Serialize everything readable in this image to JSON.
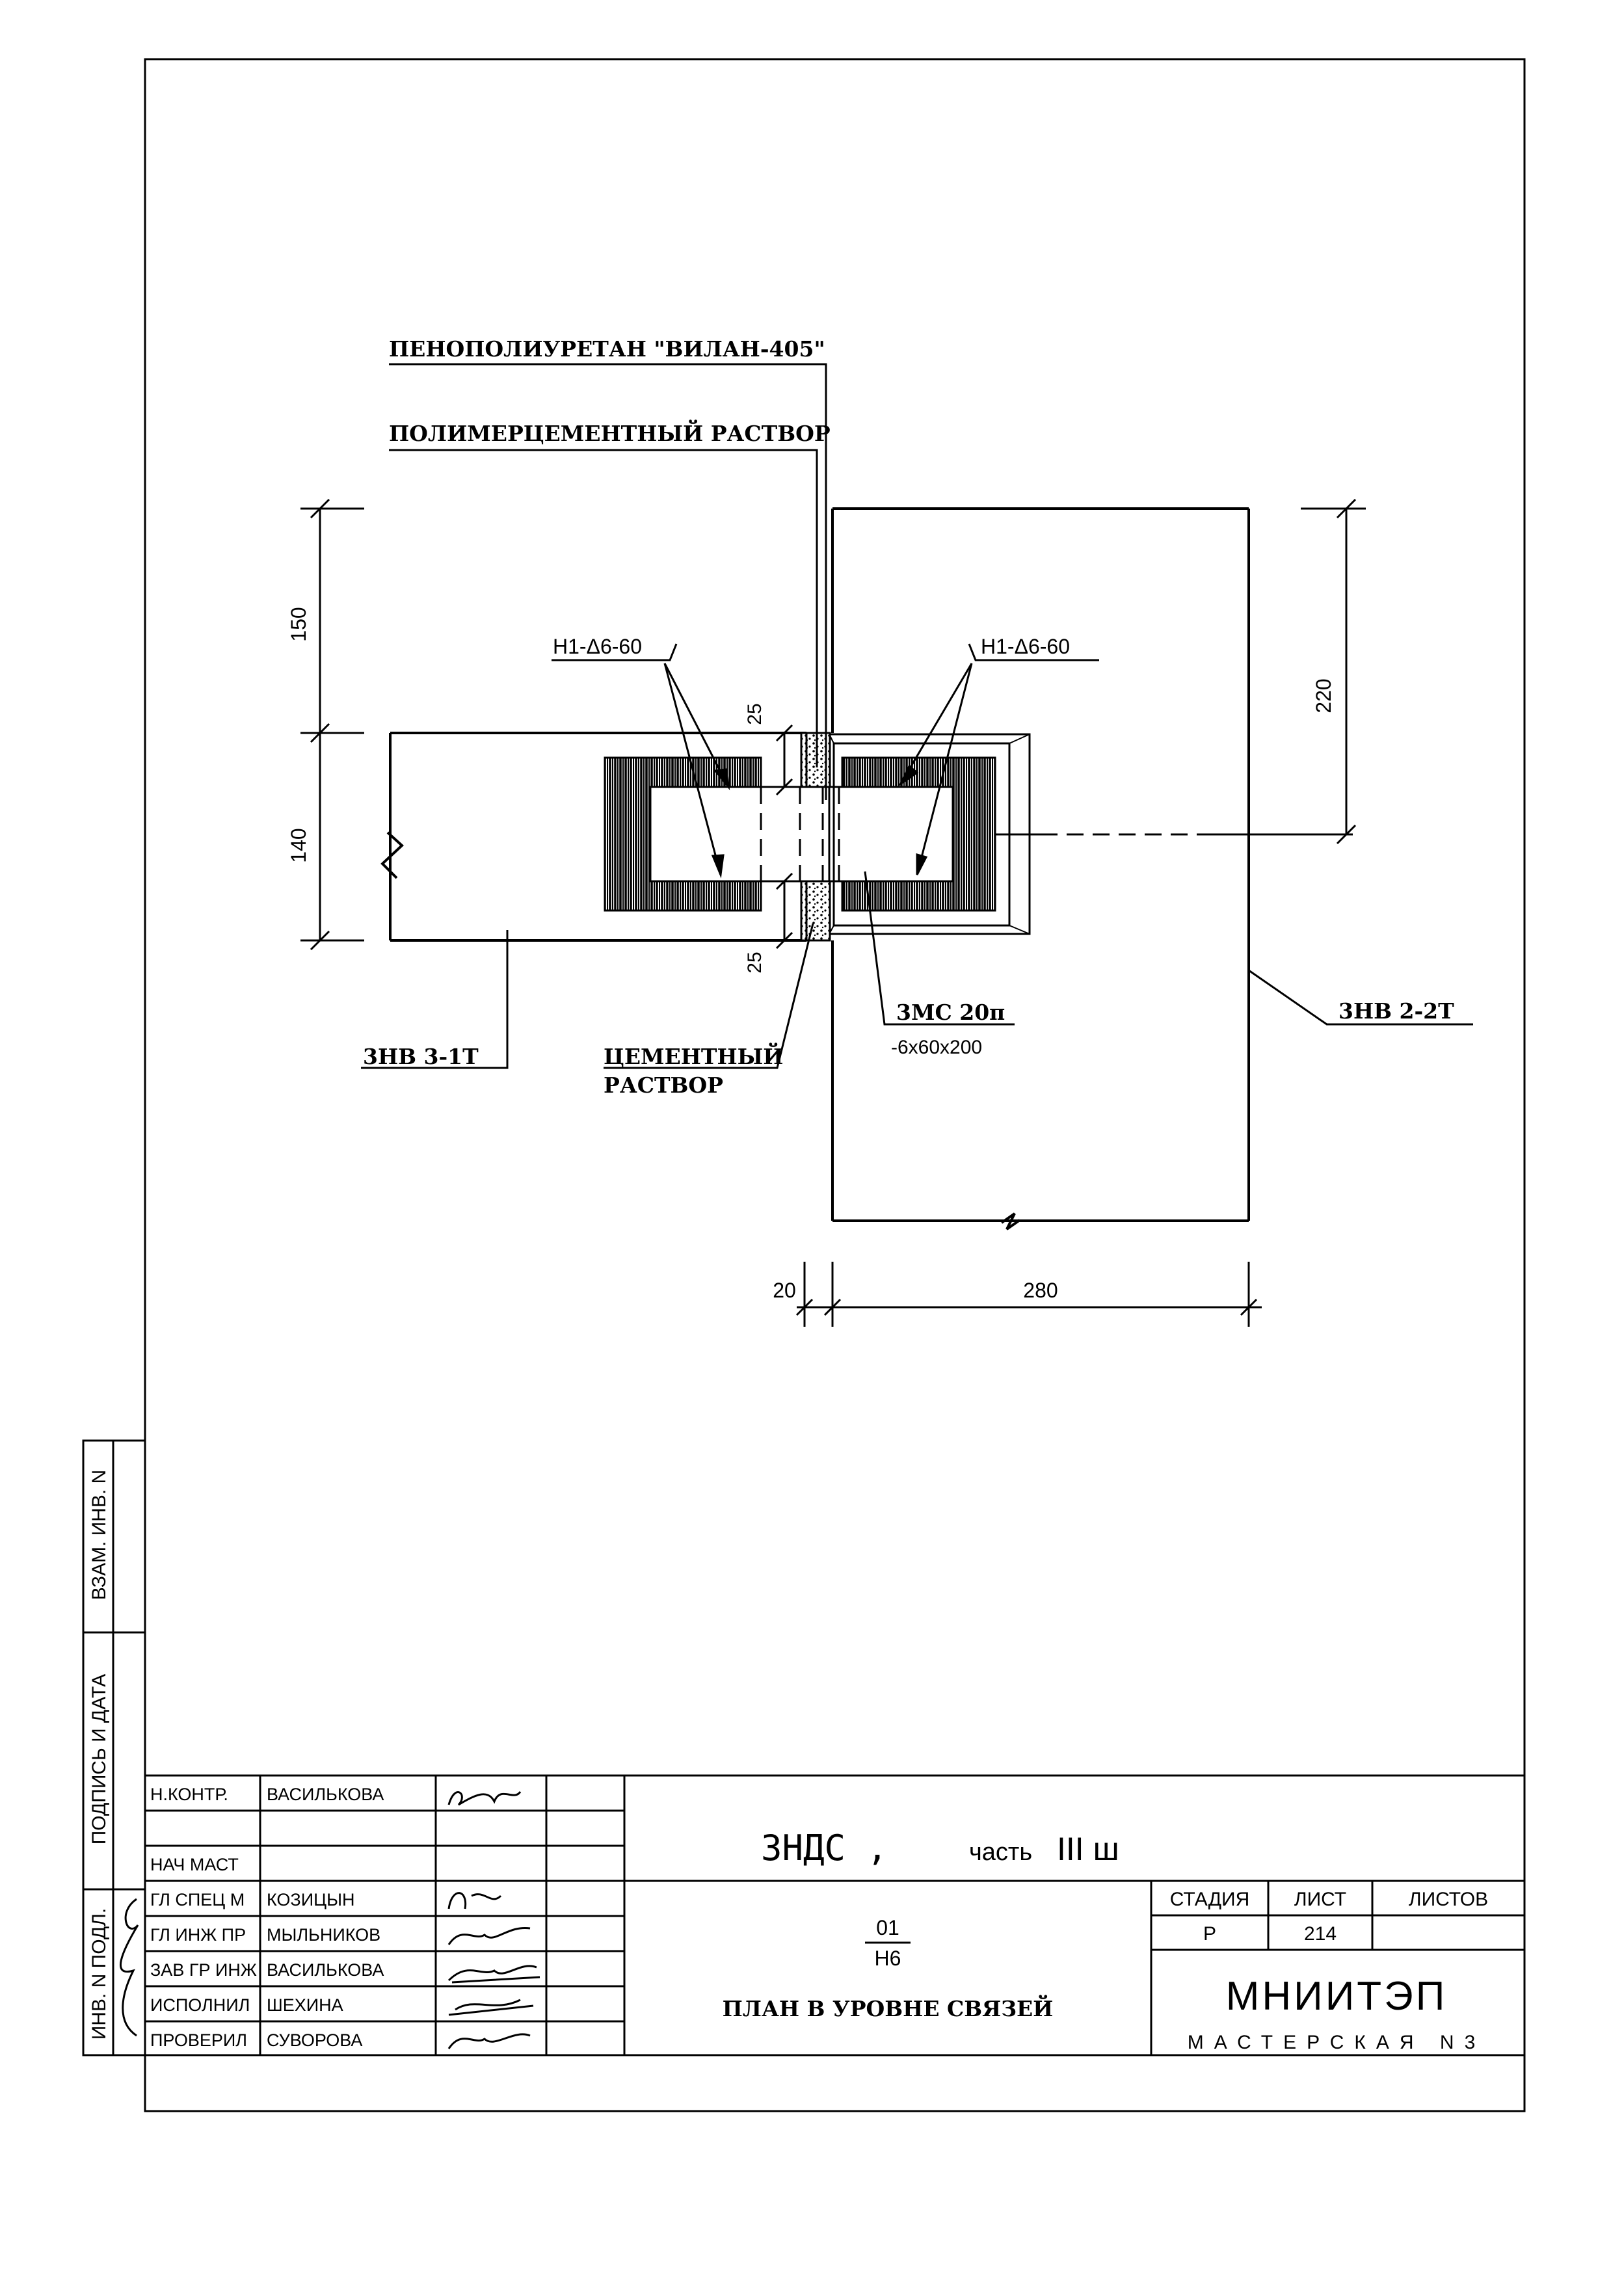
{
  "drawing": {
    "label_penopoliuretan": "ПЕНОПОЛИУРЕТАН \"ВИЛАН-405\"",
    "label_polymer_mortar": "ПОЛИМЕРЦЕМЕНТНЫЙ РАСТВОР",
    "label_anchor_left": "Н1-Δ6-60",
    "label_anchor_right": "Н1-Δ6-60",
    "label_cement_mortar_line1": "ЦЕМЕНТНЫЙ",
    "label_cement_mortar_line2": "РАСТВОР",
    "label_panel_left": "3НВ 3-1Т",
    "label_panel_right": "3НВ 2-2Т",
    "label_embedded_part": "3МС 20п",
    "label_embedded_dims": "-6х60х200",
    "dim_150": "150",
    "dim_140": "140",
    "dim_25_top": "25",
    "dim_25_bottom": "25",
    "dim_220": "220",
    "dim_20": "20",
    "dim_280": "280"
  },
  "side_stamp": {
    "vzam_inv": "ВЗАМ. ИНВ. N",
    "podpis_data": "ПОДПИСЬ И ДАТА",
    "inv_podl": "ИНВ. N ПОДЛ."
  },
  "title_block": {
    "roles": [
      {
        "role": "Н.КОНТР.",
        "name": "ВАСИЛЬКОВА"
      },
      {
        "role": "",
        "name": ""
      },
      {
        "role": "НАЧ МАСТ",
        "name": ""
      },
      {
        "role": "ГЛ СПЕЦ М",
        "name": "КОЗИЦЫН"
      },
      {
        "role": "ГЛ ИНЖ ПР",
        "name": "МЫЛЬНИКОВ"
      },
      {
        "role": "ЗАВ ГР ИНЖ",
        "name": "ВАСИЛЬКОВА"
      },
      {
        "role": "ИСПОЛНИЛ",
        "name": "ШЕХИНА"
      },
      {
        "role": "ПРОВЕРИЛ",
        "name": "СУВОРОВА"
      }
    ],
    "project_main": "3НДС ,",
    "project_part_word": "часть",
    "project_part_num": "III ш",
    "code_numerator": "01",
    "code_denominator": "Н6",
    "sheet_title": "ПЛАН В УРОВНЕ СВЯЗЕЙ",
    "col_stage": "СТАДИЯ",
    "col_sheet": "ЛИСТ",
    "col_sheets": "ЛИСТОВ",
    "stage_value": "Р",
    "sheet_value": "214",
    "sheets_value": "",
    "org_name": "МНИИТЭП",
    "org_workshop": "МАСТЕРСКАЯ N3"
  }
}
